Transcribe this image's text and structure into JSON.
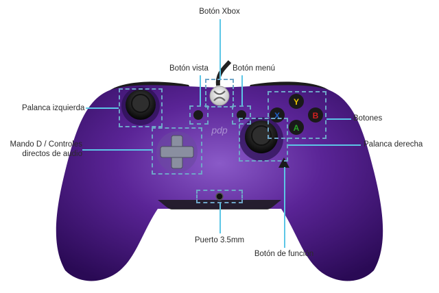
{
  "labels": {
    "xbox_button": "Botón Xbox",
    "view_button": "Botón vista",
    "menu_button": "Botón menú",
    "left_stick": "Palanca izquierda",
    "buttons": "Botones",
    "dpad_line1": "Mando D / Controles",
    "dpad_line2": "directos de audio",
    "right_stick": "Palanca derecha",
    "audio_port": "Puerto 3.5mm",
    "function_button": "Botón de función"
  },
  "face_buttons": {
    "y": "Y",
    "x": "X",
    "b": "B",
    "a": "A"
  },
  "brand": "pdp",
  "colors": {
    "body": "#4a1a86",
    "body_dark": "#2a0a55",
    "body_light": "#7a4ab8",
    "callout_line": "#5cc6e6",
    "dash_box": "#6fa6c8",
    "button_y": "#e8c400",
    "button_x": "#1f62c8",
    "button_b": "#d42020",
    "button_a": "#2aa52a"
  }
}
